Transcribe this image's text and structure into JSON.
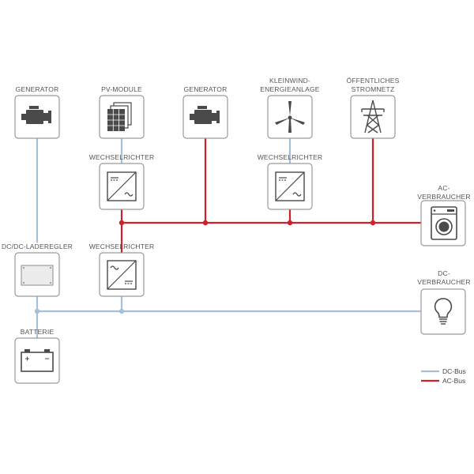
{
  "colors": {
    "dc_bus": "#a8bfd8",
    "ac_bus": "#d0202a",
    "box_border": "#9a9a9a",
    "icon": "#4a4a4a"
  },
  "labels": {
    "generator_left": "GENERATOR",
    "pv_module": "PV-MODULE",
    "generator_mid": "GENERATOR",
    "wind_line1": "KLEINWIND-",
    "wind_line2": "ENERGIEANLAGE",
    "grid_line1": "ÖFFENTLICHES",
    "grid_line2": "STROMNETZ",
    "inverter_pv": "WECHSELRICHTER",
    "inverter_wind": "WECHSELRICHTER",
    "inverter_bat": "WECHSELRICHTER",
    "dcdc": "DC/DC-LADEREGLER",
    "battery": "BATTERIE",
    "ac_load_line1": "AC-",
    "ac_load_line2": "VERBRAUCHER",
    "dc_load_line1": "DC-",
    "dc_load_line2": "VERBRAUCHER"
  },
  "legend": {
    "dc": "DC-Bus",
    "ac": "AC-Bus"
  },
  "icons": {
    "generator_left": "engine-icon",
    "pv_module": "solar-panel-icon",
    "generator_mid": "engine-icon",
    "wind": "wind-turbine-icon",
    "grid": "power-pylon-icon",
    "inverter": "dc-ac-inverter-icon",
    "dcdc": "charge-controller-icon",
    "battery": "battery-icon",
    "ac_load": "washing-machine-icon",
    "dc_load": "light-bulb-icon"
  }
}
